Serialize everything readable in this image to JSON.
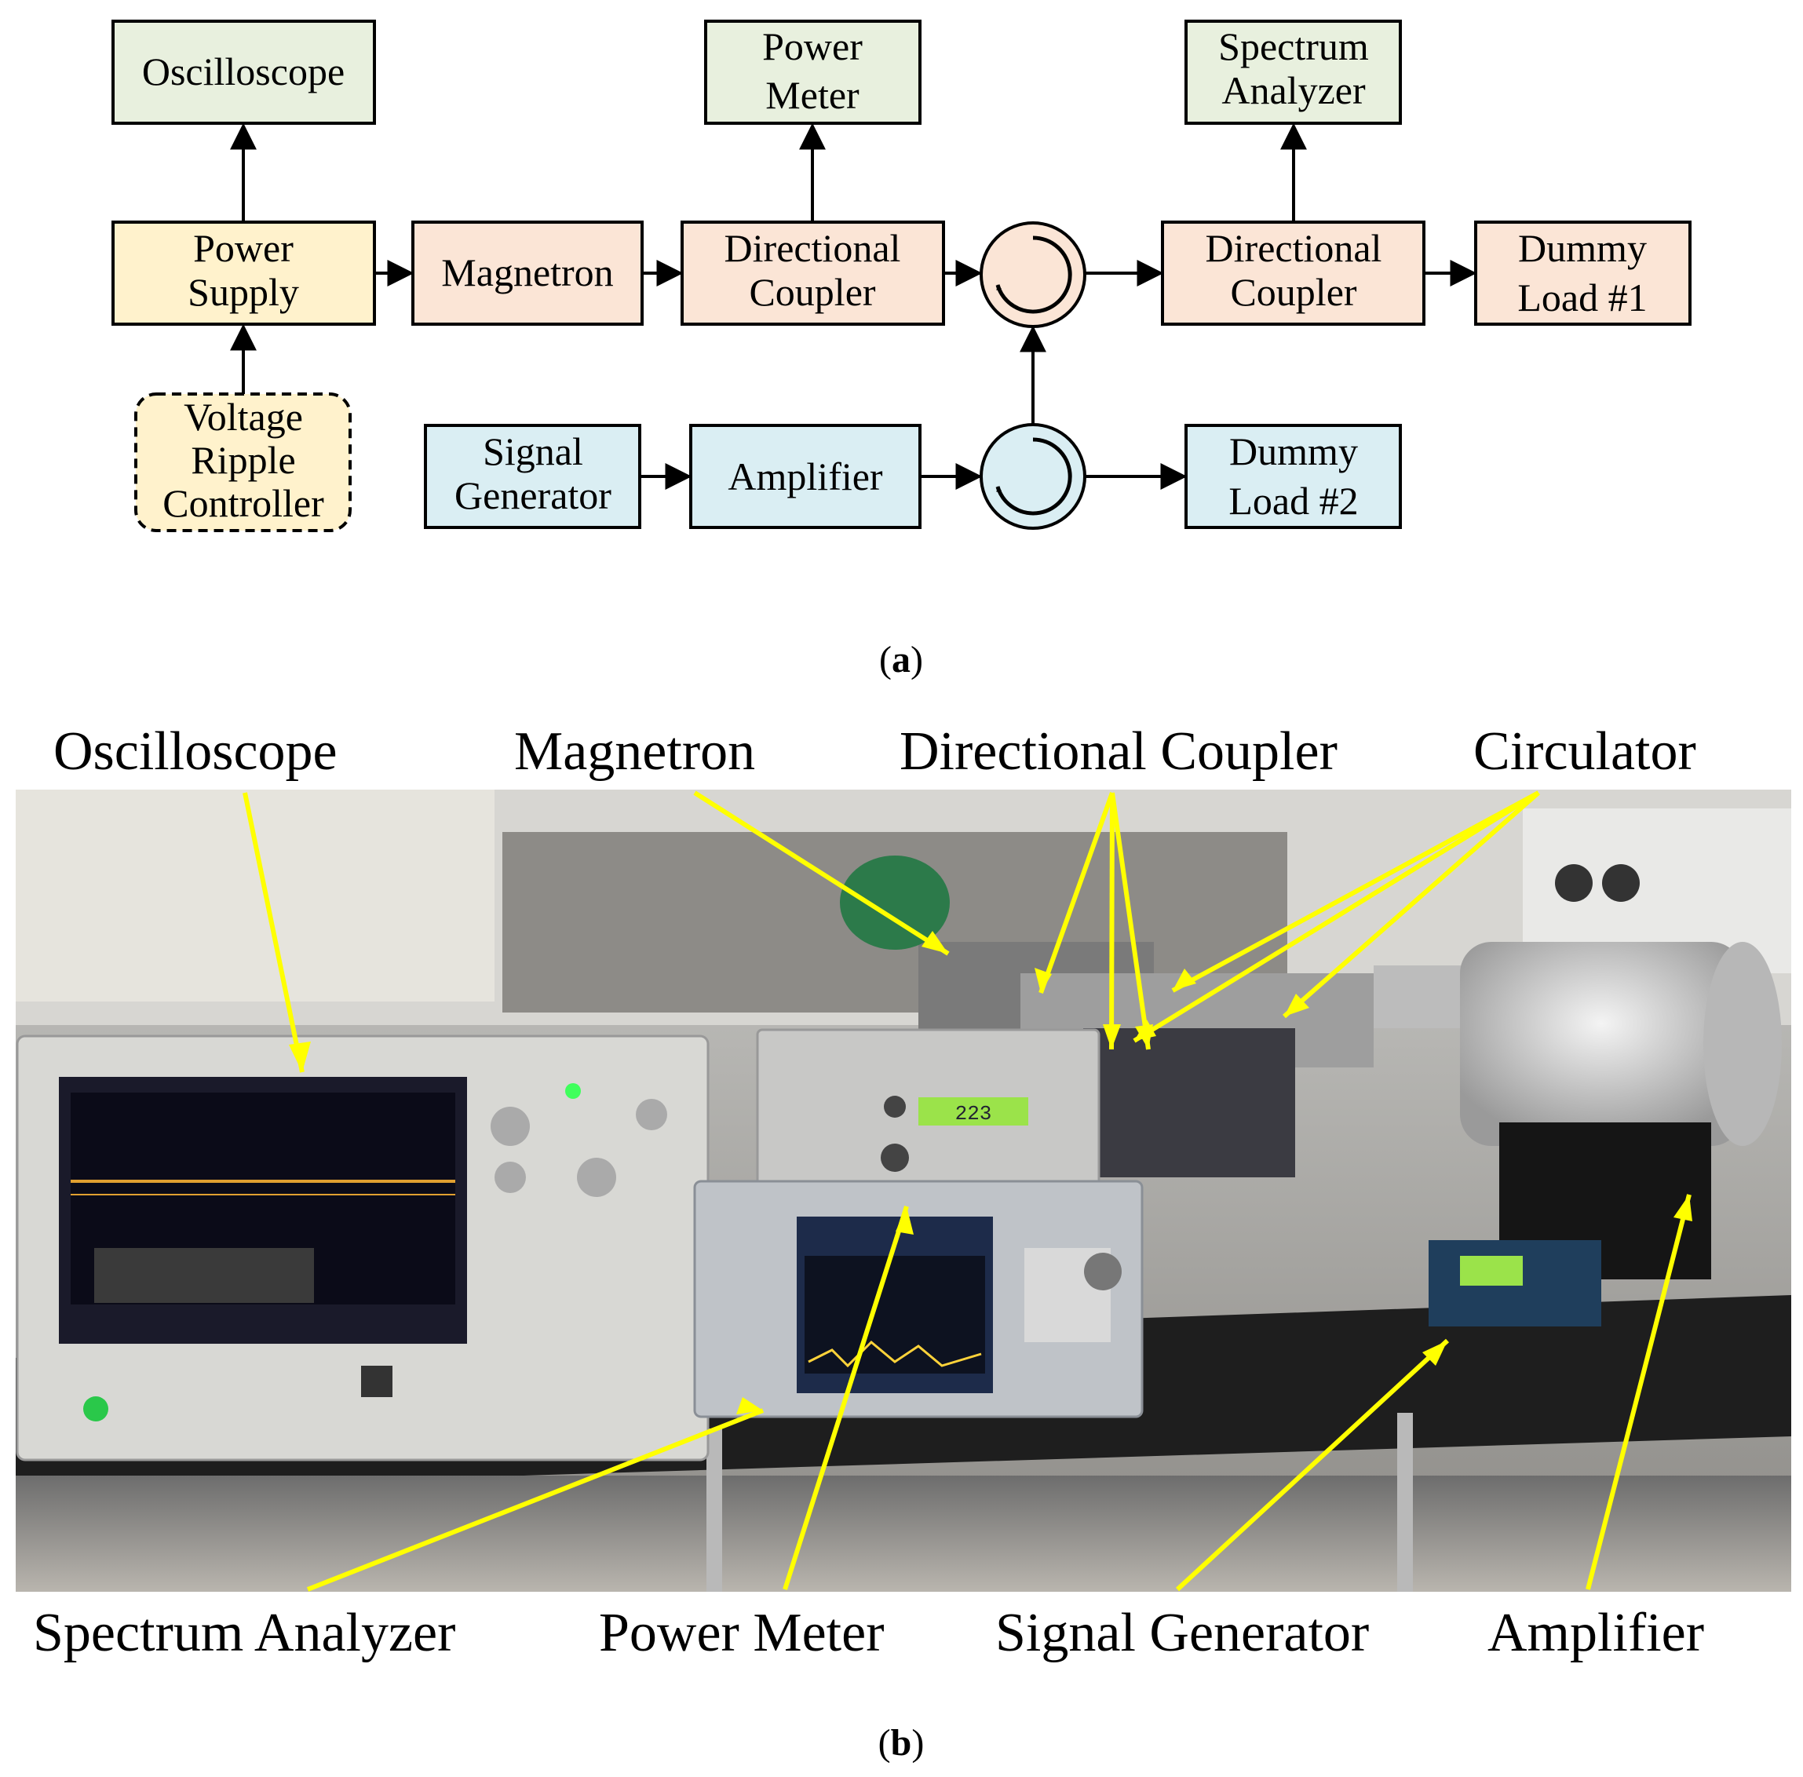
{
  "block_diagram": {
    "blocks": {
      "oscilloscope": [
        "Oscilloscope"
      ],
      "power_meter": [
        "Power",
        "Meter"
      ],
      "spectrum_analyzer": [
        "Spectrum",
        "Analyzer"
      ],
      "power_supply": [
        "Power",
        "Supply"
      ],
      "magnetron": [
        "Magnetron"
      ],
      "directional_coupler_1": [
        "Directional",
        "Coupler"
      ],
      "directional_coupler_2": [
        "Directional",
        "Coupler"
      ],
      "dummy_load_1": [
        "Dummy",
        "Load #1"
      ],
      "voltage_ripple_controller": [
        "Voltage",
        "Ripple",
        "Controller"
      ],
      "signal_generator": [
        "Signal",
        "Generator"
      ],
      "amplifier": [
        "Amplifier"
      ],
      "dummy_load_2": [
        "Dummy",
        "Load #2"
      ]
    },
    "caption": "a"
  },
  "photo": {
    "labels": {
      "oscilloscope": "Oscilloscope",
      "magnetron": "Magnetron",
      "directional_coupler": "Directional Coupler",
      "circulator": "Circulator",
      "spectrum_analyzer": "Spectrum Analyzer",
      "power_meter": "Power Meter",
      "signal_generator": "Signal Generator",
      "amplifier": "Amplifier"
    },
    "screen_readout": "223",
    "caption": "b"
  },
  "colors": {
    "green_block": "#e8f0de",
    "yellow_block": "#fff2cc",
    "orange_block": "#fbe5d6",
    "blue_block": "#daeef3",
    "pointer": "#ffff00"
  }
}
